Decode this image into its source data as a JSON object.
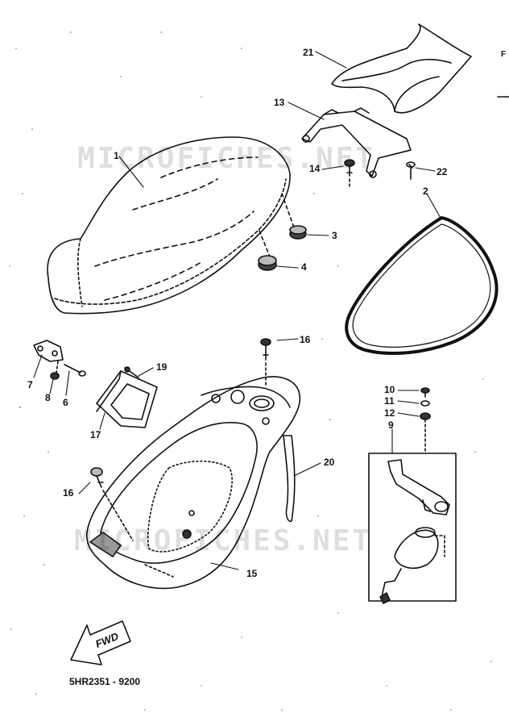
{
  "diagram": {
    "watermark_top": "MICROFICHES.NET",
    "watermark_bottom": "MICROFICHES.NET",
    "catalog_code": "5HR2351 - 9200",
    "fwd_label": "FWD",
    "edge_label": "F",
    "callouts": {
      "c1": "1",
      "c2": "2",
      "c3": "3",
      "c4": "4",
      "c6": "6",
      "c7": "7",
      "c8": "8",
      "c9": "9",
      "c10": "10",
      "c11": "11",
      "c12": "12",
      "c13": "13",
      "c14": "14",
      "c15": "15",
      "c16a": "16",
      "c16b": "16",
      "c17": "17",
      "c19": "19",
      "c20": "20",
      "c21": "21",
      "c22": "22"
    }
  }
}
